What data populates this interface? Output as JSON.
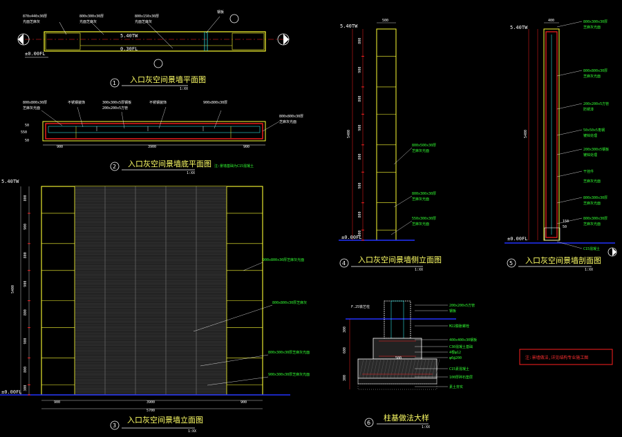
{
  "colors": {
    "line": "#ffff33",
    "red": "#ff2020",
    "green": "#33ff33",
    "white": "#ffffff",
    "cyan": "#30e0e0",
    "blue": "#2233ff",
    "bg": "#000000"
  },
  "views": {
    "v1": {
      "num": "1",
      "title": "入口灰空间景墙平面图",
      "scale": "1:XX",
      "levels": {
        "top": "5.40TW",
        "mid": "0.30FL",
        "base": "±0.00FL"
      },
      "labels": [
        "870x440x30厚",
        "800x300x30厚",
        "800x150x30厚",
        "钢板",
        "光面芝麻灰",
        "光面芝麻灰",
        "光面芝麻灰"
      ]
    },
    "v2": {
      "num": "2",
      "title": "入口灰空间景墙底平面图",
      "scale": "1:XX",
      "dims": [
        "900",
        "3900",
        "900",
        "550",
        "50",
        "50"
      ],
      "labels": [
        "800x800x30厚",
        "芝麻灰光面",
        "不锈钢装饰",
        "300x300x5厚钢板",
        "200x200x5方管",
        "不锈钢装饰",
        "900x800x30厚",
        "800x800x30厚",
        "芝麻灰光面"
      ],
      "note": "注:景墙基础为C15混凝土"
    },
    "v3": {
      "num": "3",
      "title": "入口灰空间景墙立面图",
      "scale": "1:XX",
      "levels": {
        "top": "5.40TW",
        "base": "±0.00FL"
      },
      "dims_v": [
        "800",
        "900",
        "800",
        "900",
        "800",
        "900",
        "800",
        "300"
      ],
      "total_v": "5400",
      "dims_h": [
        "900",
        "3900",
        "900"
      ],
      "total_h": "5700",
      "callouts": [
        "900x800x30厚芝麻灰光面",
        "800x800x30厚芝麻灰",
        "800x300x30厚芝麻灰光面",
        "900x300x30厚芝麻灰光面"
      ]
    },
    "v4": {
      "num": "4",
      "title": "入口灰空间景墙侧立面图",
      "scale": "1:XX",
      "levels": {
        "top": "5.40TW",
        "base": "±0.00FL"
      },
      "width": "500",
      "total_v": "5400",
      "dims_v": [
        "800",
        "900",
        "800",
        "900",
        "800",
        "900",
        "800",
        "300"
      ],
      "callouts": [
        "800x500x30厚",
        "芝麻灰光面",
        "800x300x30厚",
        "芝麻灰光面",
        "550x300x30厚",
        "芝麻灰光面"
      ]
    },
    "v5": {
      "num": "5",
      "title": "入口灰空间景墙剖面图",
      "scale": "1:XX",
      "levels": {
        "top": "5.40TW",
        "base": "±0.00FL"
      },
      "width": "400",
      "total_v": "5400",
      "callouts": [
        "800x300x30厚",
        "芝麻灰光面",
        "800x800x30厚",
        "芝麻灰光面",
        "200x200x5方管",
        "防锈漆",
        "50x50x5角钢",
        "镀锌处理",
        "200x300x5钢板",
        "镀锌处理",
        "干挂件",
        "芝麻灰光面",
        "800x300x30厚",
        "芝麻灰光面",
        "800x300x30厚",
        "芝麻灰光面",
        "C15混凝土"
      ],
      "dims": [
        "150",
        "50"
      ]
    },
    "v6": {
      "num": "6",
      "title": "柱基做法大样",
      "scale": "1:XX",
      "labels": [
        "F.25铁艺柱",
        "200x200x5方管",
        "钢板",
        "M22膨胀螺栓",
        "400x400x30钢板",
        "C30混凝土基础",
        "4根φ12",
        "φ6@200",
        "C15素混凝土",
        "100厚碎石垫层",
        "素土夯实"
      ],
      "dims": [
        "300",
        "600",
        "300",
        "500"
      ]
    }
  },
  "legend_box": "注:景墙做法,详见结构专业施工图"
}
